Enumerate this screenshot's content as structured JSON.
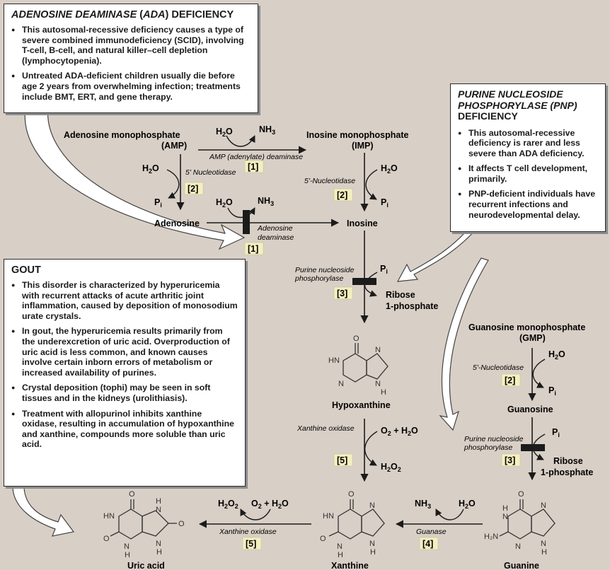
{
  "ada_box": {
    "title_abbr": "ADA",
    "bullets": [
      "This autosomal-recessive deficiency causes a type of severe combined immunodeficiency (SCID), involving T-cell, B-cell, and natural killer–cell depletion (lymphocytopenia).",
      "Untreated ADA-deficient children usually die before age 2 years from overwhelming infection; treatments include BMT, ERT, and gene therapy."
    ]
  },
  "pnp_box": {
    "title_line1": "PURINE NUCLEOSIDE",
    "title_line2": "PHOSPHORYLASE (PNP)",
    "title_line3": "DEFICIENCY",
    "bullets": [
      "This autosomal-recessive deficiency is rarer and less severe than ADA deficiency.",
      "It affects T cell development, primarily.",
      "PNP-deficient individuals have recurrent infections and neurodevelopmental delay."
    ]
  },
  "gout_box": {
    "title": "GOUT",
    "bullets": [
      "This disorder is characterized by hyperuricemia with recurrent attacks of acute arthritic joint inflammation, caused by deposition of monosodium urate crystals.",
      "In gout, the hyperuricemia results primarily from the underexcretion of uric acid. Overproduction of uric acid is less common, and known causes involve certain inborn errors of metabolism or increased availability of purines.",
      "Crystal deposition (tophi) may be seen in soft tissues and in the kidneys (urolithiasis).",
      "Treatment with allopurinol inhibits xanthine oxidase, resulting in accumulation of hypoxanthine and xanthine, compounds more soluble than uric acid."
    ]
  },
  "pathway": {
    "amp": "Adenosine monophosphate",
    "amp_abbr": "(AMP)",
    "imp": "Inosine monophosphate",
    "imp_abbr": "(IMP)",
    "adenosine": "Adenosine",
    "inosine": "Inosine",
    "hypoxanthine": "Hypoxanthine",
    "xanthine": "Xanthine",
    "uric_acid": "Uric acid",
    "guanine": "Guanine",
    "gmp": "Guanosine monophosphate",
    "gmp_abbr": "(GMP)",
    "guanosine": "Guanosine",
    "h2o": "H",
    "nh": "NH",
    "pi": "P",
    "ribose1": "Ribose",
    "ribose2": "1-phosphate",
    "o2h2o": "O",
    "enz_amp_deaminase": "AMP (adenylate) deaminase",
    "enz_5nuc_left": "5' Nucleotidase",
    "enz_5nuc_imp": "5'-Nucleotidase",
    "enz_ada1": "Adenosine",
    "enz_ada2": "deaminase",
    "enz_pnp1": "Purine nucleoside",
    "enz_pnp2": "phosphorylase",
    "enz_xo": "Xanthine oxidase",
    "enz_guanase": "Guanase",
    "n1": "[1]",
    "n2": "[2]",
    "n3": "[3]",
    "n4": "[4]",
    "n5": "[5]"
  },
  "colors": {
    "background": "#d8cfc6",
    "box_fill": "#ffffff",
    "number_tag": "#f5efc0",
    "arrow": "#1b1b1b"
  }
}
